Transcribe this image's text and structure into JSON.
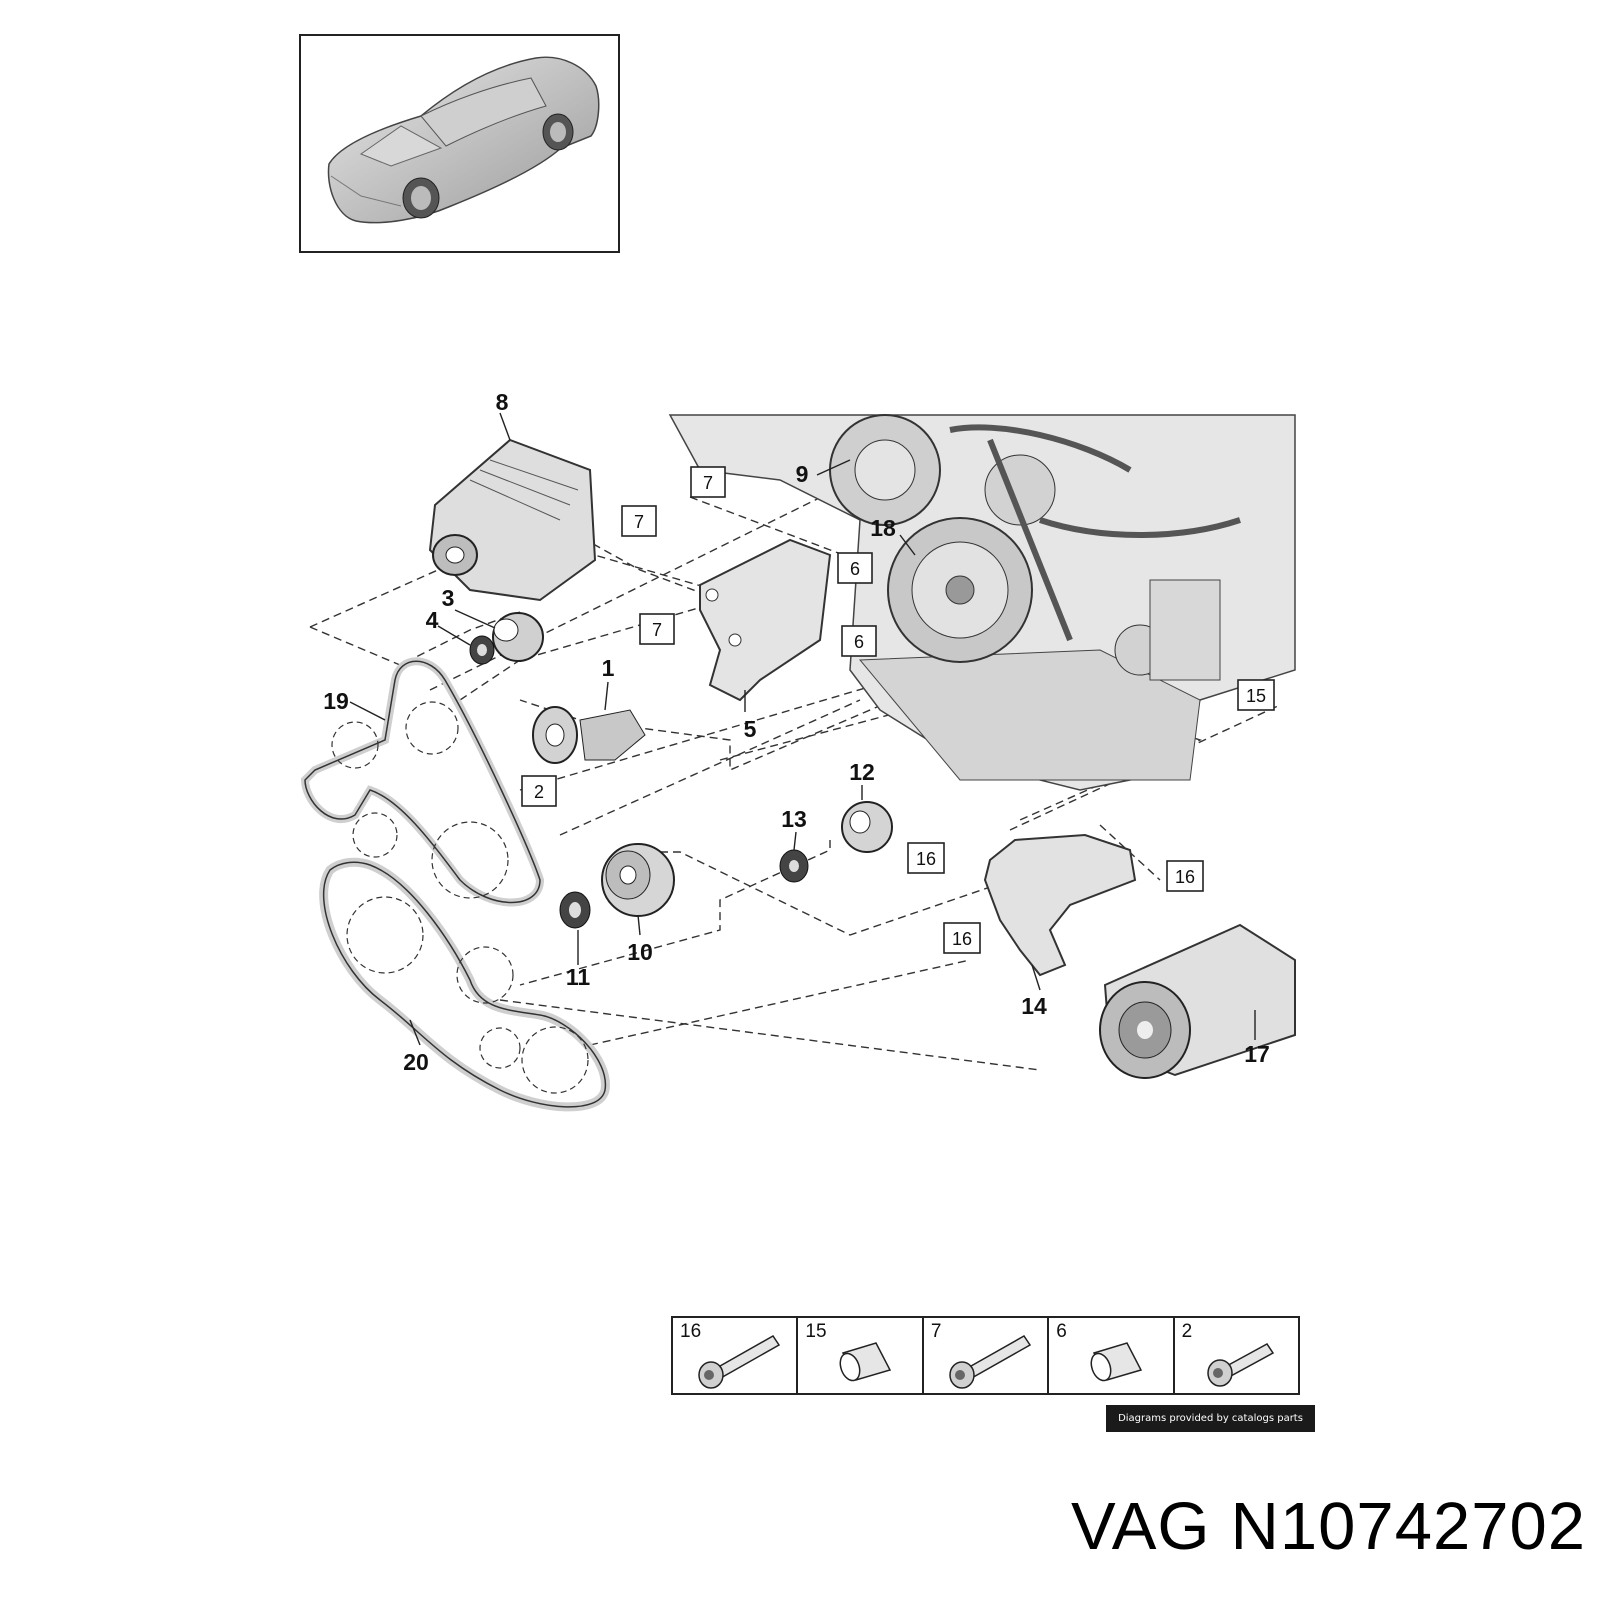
{
  "callouts": {
    "c1": "1",
    "c2": "2",
    "c3": "3",
    "c4": "4",
    "c5": "5",
    "c6a": "6",
    "c6b": "6",
    "c7a": "7",
    "c7b": "7",
    "c7c": "7",
    "c8": "8",
    "c9": "9",
    "c10": "10",
    "c11": "11",
    "c12": "12",
    "c13": "13",
    "c14": "14",
    "c15": "15",
    "c16a": "16",
    "c16b": "16",
    "c16c": "16",
    "c17": "17",
    "c18": "18",
    "c19": "19",
    "c20": "20"
  },
  "legend": [
    {
      "num": "16",
      "icon": "bolt-icon"
    },
    {
      "num": "15",
      "icon": "sleeve-icon"
    },
    {
      "num": "7",
      "icon": "bolt-icon"
    },
    {
      "num": "6",
      "icon": "sleeve-icon"
    },
    {
      "num": "2",
      "icon": "short-bolt-icon"
    }
  ],
  "credit": "Diagrams provided by catalogs parts",
  "title": {
    "brand": "VAG",
    "part_number": "N10742702"
  }
}
